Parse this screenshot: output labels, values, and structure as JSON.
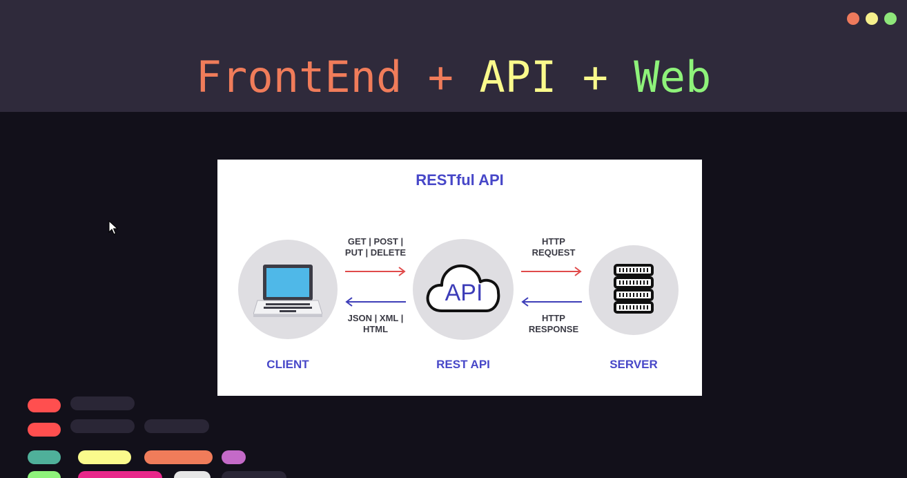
{
  "header": {
    "title_parts": [
      "FrontEnd",
      " + ",
      "API",
      " + ",
      "Web"
    ],
    "window_dots": [
      "#ee7a5c",
      "#f6f08c",
      "#8ee67a"
    ]
  },
  "diagram": {
    "title": "RESTful API",
    "accent_color": "#4747c8",
    "request_color": "#e04a4a",
    "response_color": "#3d3db8",
    "nodes": [
      {
        "label": "CLIENT",
        "icon": "laptop-icon"
      },
      {
        "label": "REST API",
        "icon": "cloud-icon",
        "icon_text": "API"
      },
      {
        "label": "SERVER",
        "icon": "server-rack-icon"
      }
    ],
    "edges": [
      {
        "top_label": [
          "GET | POST |",
          "PUT | DELETE"
        ],
        "bottom_label": [
          "JSON | XML |",
          "HTML"
        ]
      },
      {
        "top_label": [
          "HTTP",
          "REQUEST"
        ],
        "bottom_label": [
          "HTTP",
          "RESPONSE"
        ]
      }
    ]
  },
  "decor": {
    "pill_colors": [
      "#ff4f4f",
      "#2a2636",
      "#4fb09a",
      "#fafa8c",
      "#f07c5a",
      "#c46ac8",
      "#8ef27a",
      "#e8278a",
      "#e6e6e6"
    ]
  }
}
